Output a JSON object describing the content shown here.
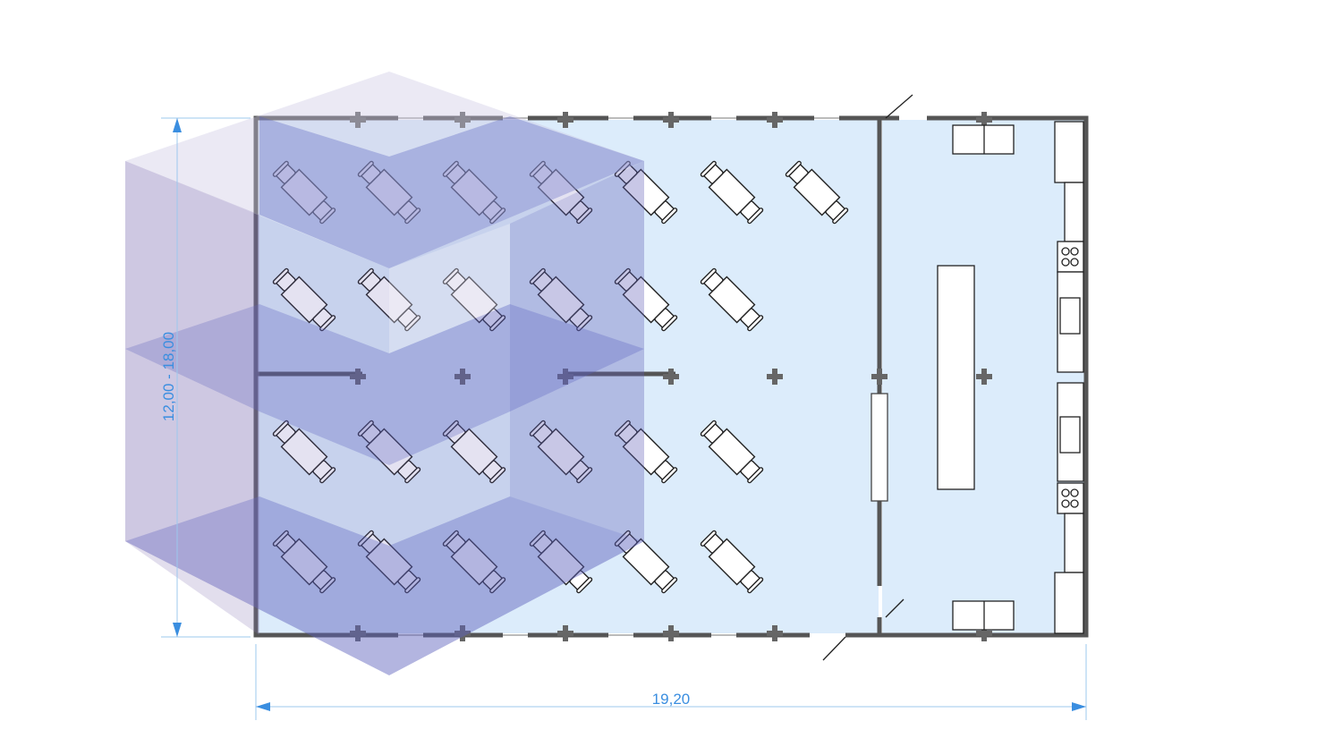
{
  "dimensions": {
    "width_label": "19,20",
    "height_label": "12,00 - 18,00"
  },
  "colors": {
    "floor": "#dcecfb",
    "wall": "#555555",
    "dimension": "#3a8ee0",
    "overlay": "#6a5fb0"
  },
  "dining_tables": {
    "rows": [
      {
        "count": 7
      },
      {
        "count": 6
      },
      {
        "count": 6
      },
      {
        "count": 6
      }
    ]
  },
  "kitchen": {
    "island": "kitchen-island",
    "stoves": 2,
    "sinks": 2
  }
}
